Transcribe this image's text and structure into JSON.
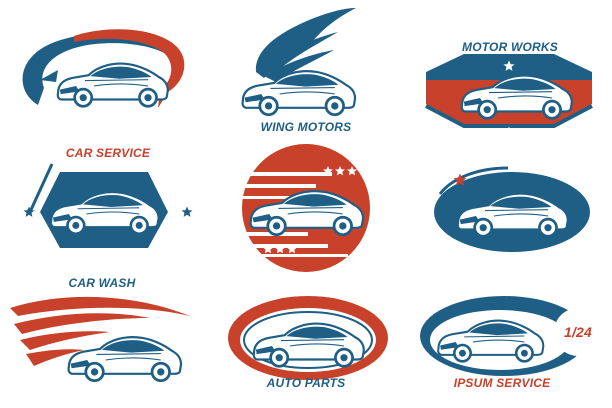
{
  "colors": {
    "blue": "#1f5f86",
    "red": "#c8412a",
    "white": "#ffffff"
  },
  "logos": [
    {
      "label": "CAR SERVICE"
    },
    {
      "label": "WING MOTORS"
    },
    {
      "label": "MOTOR WORKS"
    },
    {
      "label": "CAR WASH"
    },
    {
      "label": ""
    },
    {
      "label": ""
    },
    {
      "label": ""
    },
    {
      "label": "AUTO PARTS"
    },
    {
      "label": "IPSUM SERVICE",
      "badge": "1/24"
    }
  ],
  "icons": [
    "sports-car-icon",
    "wing-icon",
    "star-icon",
    "speed-lines-icon"
  ]
}
